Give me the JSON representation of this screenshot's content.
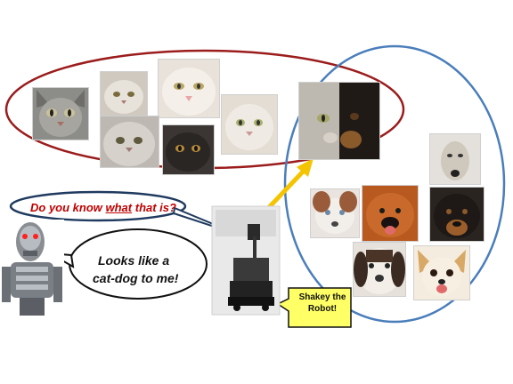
{
  "question": {
    "before": "Do you know ",
    "emphasis": "what",
    "after": " that is?",
    "color": "#c00000"
  },
  "answer": {
    "line1": "Looks like a",
    "line2": "cat-dog to me!"
  },
  "robot_label": {
    "line1": "Shakey the",
    "line2": "Robot!",
    "fill": "#ffff66"
  },
  "colors": {
    "cats_ellipse": "#9b1c1c",
    "dogs_ellipse": "#4a7ebb",
    "arrow": "#f5c400",
    "bubble_border": "#1f3a5f"
  },
  "images": {
    "cats": [
      "tabby-cat",
      "persian-cat",
      "white-cat",
      "gray-persian-cat",
      "black-persian-cat",
      "white-fluffy-cat"
    ],
    "hybrid": "cat-dog-hybrid",
    "dogs": [
      "afghan-hound",
      "collie-puppy",
      "chow-puppy",
      "rottweiler",
      "spaniel",
      "chihuahua"
    ],
    "robots": [
      "terminator-robot",
      "shakey-robot"
    ]
  }
}
